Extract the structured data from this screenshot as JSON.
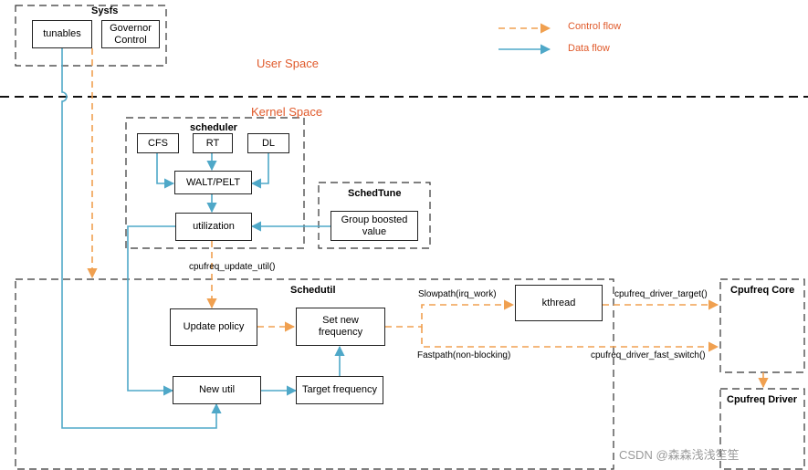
{
  "legend": {
    "control_flow": "Control flow",
    "data_flow": "Data flow"
  },
  "colors": {
    "control": "#f0a050",
    "data": "#4fa8c8",
    "region_text": "#e05a2b"
  },
  "regions": {
    "user_space": "User  Space",
    "kernel_space": "Kernel  Space"
  },
  "groups": {
    "sysfs": "Sysfs",
    "scheduler": "scheduler",
    "schedtune": "SchedTune",
    "schedutil": "Schedutil",
    "cpufreq_core": "Cpufreq Core",
    "cpufreq_driver": "Cpufreq Driver"
  },
  "nodes": {
    "tunables": "tunables",
    "governor_control": "Governor\nControl",
    "cfs": "CFS",
    "rt": "RT",
    "dl": "DL",
    "walt_pelt": "WALT/PELT",
    "utilization": "utilization",
    "group_boosted_value": "Group boosted\nvalue",
    "update_policy": "Update policy",
    "set_new_frequency": "Set new\nfrequency",
    "kthread": "kthread",
    "new_util": "New util",
    "target_frequency": "Target frequency"
  },
  "edge_labels": {
    "cpufreq_update_util": "cpufreq_update_util()",
    "slowpath": "Slowpath(irq_work)",
    "fastpath": "Fastpath(non-blocking)",
    "driver_target": "cpufreq_driver_target()",
    "driver_fast_switch": "cpufreq_driver_fast_switch()"
  },
  "watermark": "CSDN @森森浅浅笙笙"
}
